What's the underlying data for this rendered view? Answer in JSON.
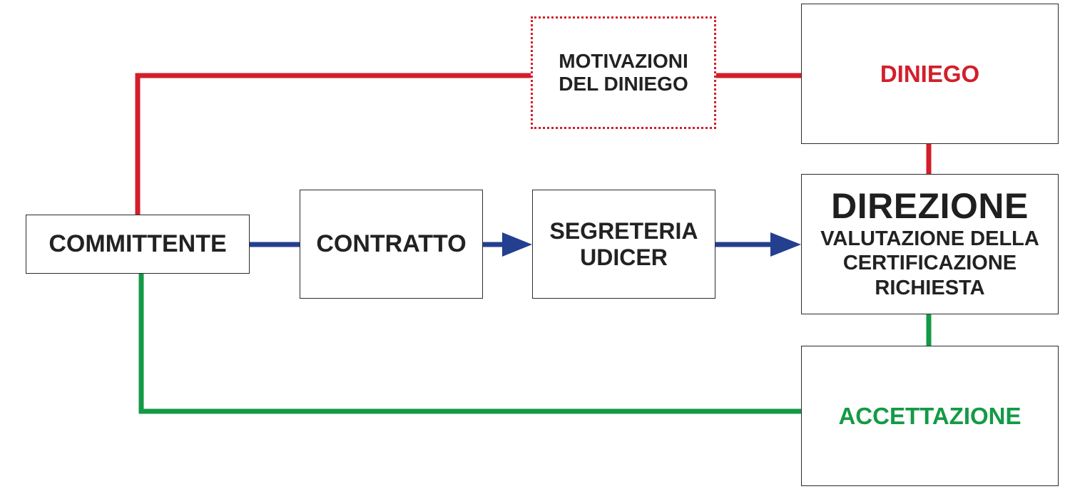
{
  "nodes": {
    "committente": {
      "label": "COMMITTENTE"
    },
    "contratto": {
      "label": "CONTRATTO"
    },
    "segreteria": {
      "line1": "SEGRETERIA",
      "line2": "UDICER"
    },
    "motivazioni": {
      "line1": "MOTIVAZIONI",
      "line2": "DEL DINIEGO"
    },
    "diniego": {
      "label": "DINIEGO"
    },
    "direzione": {
      "title": "DIREZIONE",
      "line1": "VALUTAZIONE DELLA",
      "line2": "CERTIFICAZIONE",
      "line3": "RICHIESTA"
    },
    "accettazione": {
      "label": "ACCETTAZIONE"
    }
  },
  "colors": {
    "red": "#d21f2b",
    "blue": "#243f8f",
    "green": "#139a45",
    "border": "#2b2b2b",
    "text": "#222222"
  }
}
